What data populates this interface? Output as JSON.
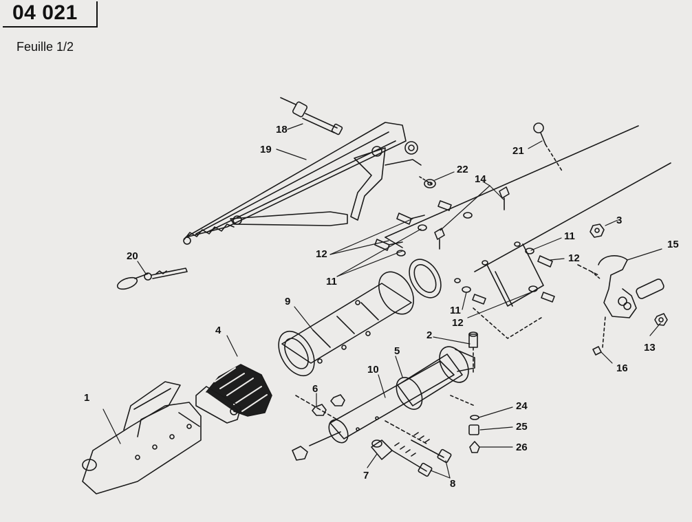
{
  "header": {
    "reference": "04 021",
    "sheet": "Feuille 1/2"
  },
  "callouts": [
    {
      "id": "c1",
      "text": "1"
    },
    {
      "id": "c2",
      "text": "2"
    },
    {
      "id": "c3",
      "text": "3"
    },
    {
      "id": "c4",
      "text": "4"
    },
    {
      "id": "c5",
      "text": "5"
    },
    {
      "id": "c6",
      "text": "6"
    },
    {
      "id": "c7",
      "text": "7"
    },
    {
      "id": "c8",
      "text": "8"
    },
    {
      "id": "c9",
      "text": "9"
    },
    {
      "id": "c10",
      "text": "10"
    },
    {
      "id": "c11a",
      "text": "11"
    },
    {
      "id": "c11b",
      "text": "11"
    },
    {
      "id": "c11c",
      "text": "11"
    },
    {
      "id": "c12a",
      "text": "12"
    },
    {
      "id": "c12b",
      "text": "12"
    },
    {
      "id": "c12c",
      "text": "12"
    },
    {
      "id": "c13",
      "text": "13"
    },
    {
      "id": "c14",
      "text": "14"
    },
    {
      "id": "c15",
      "text": "15"
    },
    {
      "id": "c16",
      "text": "16"
    },
    {
      "id": "c18",
      "text": "18"
    },
    {
      "id": "c19",
      "text": "19"
    },
    {
      "id": "c20",
      "text": "20"
    },
    {
      "id": "c21",
      "text": "21"
    },
    {
      "id": "c22",
      "text": "22"
    },
    {
      "id": "c24",
      "text": "24"
    },
    {
      "id": "c25",
      "text": "25"
    },
    {
      "id": "c26",
      "text": "26"
    }
  ]
}
